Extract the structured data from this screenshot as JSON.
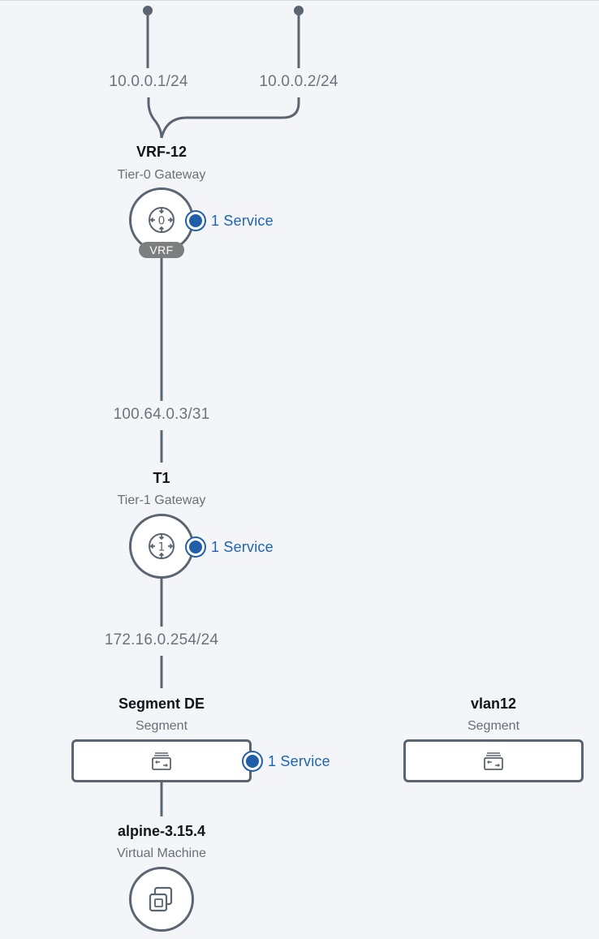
{
  "uplinks": [
    {
      "ip": "10.0.0.1/24"
    },
    {
      "ip": "10.0.0.2/24"
    }
  ],
  "nodes": {
    "vrf": {
      "name": "VRF-12",
      "type": "Tier-0 Gateway",
      "badge": "VRF",
      "icon": "tier0-router-icon",
      "service": "1 Service"
    },
    "t1": {
      "name": "T1",
      "type": "Tier-1 Gateway",
      "icon": "tier1-router-icon",
      "service": "1 Service"
    },
    "segment_de": {
      "name": "Segment DE",
      "type": "Segment",
      "icon": "segment-icon",
      "service": "1 Service"
    },
    "vlan12": {
      "name": "vlan12",
      "type": "Segment",
      "icon": "segment-icon"
    },
    "vm": {
      "name": "alpine-3.15.4",
      "type": "Virtual Machine",
      "icon": "virtual-machine-icon"
    }
  },
  "links": {
    "vrf_t1_ip": "100.64.0.3/31",
    "t1_segment_ip": "172.16.0.254/24"
  },
  "colors": {
    "line": "#5b6571",
    "service": "#1f5fa8",
    "badge": "#7c7e80",
    "background": "#f3f5f9"
  }
}
